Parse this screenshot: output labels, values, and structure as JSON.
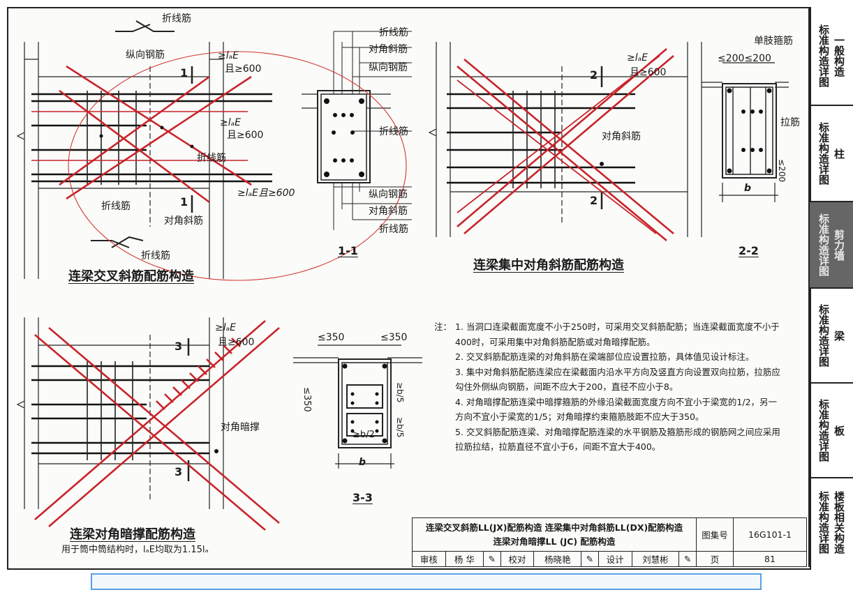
{
  "diagram1": {
    "title": "连梁交叉斜筋配筋构造",
    "labels": {
      "zhexian_top": "折线筋",
      "zongxiang": "纵向钢筋",
      "section_mark": "1",
      "anchor1": "≥lₐE",
      "anchor1b": "且≥600",
      "anchor2": "≥lₐE",
      "anchor2b": "且≥600",
      "zhexian_mid": "折线筋",
      "zhexian_left": "折线筋",
      "anchor3": "≥lₐE且≥600",
      "duijiao": "对角斜筋",
      "zhexian_bottom": "折线筋"
    }
  },
  "section1": {
    "title": "1-1",
    "labels": [
      "折线筋",
      "对角斜筋",
      "纵向钢筋",
      "折线筋",
      "纵向钢筋",
      "对角斜筋",
      "折线筋"
    ]
  },
  "diagram2": {
    "title": "连梁集中对角斜筋配筋构造",
    "labels": {
      "section_mark": "2",
      "anchor": "≥lₐE",
      "anchorb": "且≥600",
      "duijiao": "对角斜筋"
    }
  },
  "section2": {
    "title": "2-2",
    "labels": {
      "danzhi": "单肢箍筋",
      "spacing": "≤200≤200",
      "lajin": "拉筋",
      "side": "≤200",
      "b": "b"
    }
  },
  "diagram3": {
    "title": "连梁对角暗撑配筋构造",
    "subtitle": "用于筒中筒结构时，lₐE均取为1.15lₐ",
    "labels": {
      "section_mark": "3",
      "anchor": "≥lₐE",
      "anchorb": "且≥600",
      "duijiao": "对角暗撑"
    }
  },
  "section3": {
    "title": "3-3",
    "labels": {
      "top_left": "≤350",
      "top_right": "≤350",
      "left": "≤350",
      "right": "≥b/5",
      "right2": "≥b/5",
      "bottom": "≥b/2",
      "b": "b"
    }
  },
  "notes": {
    "prefix": "注：",
    "items": [
      "1. 当洞口连梁截面宽度不小于250时，可采用交叉斜筋配筋；当连梁截面宽度不小于400时，可采用集中对角斜筋配筋或对角暗撑配筋。",
      "2. 交叉斜筋配筋连梁的对角斜筋在梁端部位应设置拉筋，具体值见设计标注。",
      "3. 集中对角斜筋配筋连梁应在梁截面内沿水平方向及竖直方向设置双向拉筋，拉筋应勾住外侧纵向钢筋，间距不应大于200，直径不应小于8。",
      "4. 对角暗撑配筋连梁中暗撑箍筋的外缘沿梁截面宽度方向不宜小于梁宽的1/2，另一方向不宜小于梁宽的1/5；对角暗撑约束箍筋肢距不应大于350。",
      "5. 交叉斜筋配筋连梁、对角暗撑配筋连梁的水平钢筋及箍筋形成的钢筋网之间应采用拉筋拉结，拉筋直径不宜小于6，间距不宜大于400。"
    ]
  },
  "title_block": {
    "title_line1": "连梁交叉斜筋LL(JX)配筋构造  连梁集中对角斜筋LL(DX)配筋构造",
    "title_line2": "连梁对角暗撑LL (JC) 配筋构造",
    "atlas_label": "图集号",
    "atlas_no": "16G101-1",
    "review_label": "审核",
    "reviewer": "杨  华",
    "check_label": "校对",
    "checker": "杨晓艳",
    "design_label": "设计",
    "designer": "刘慧彬",
    "page_label": "页",
    "page_no": "81"
  },
  "side_tabs": [
    {
      "left": "标准构造详图",
      "right": "一般构造",
      "active": false
    },
    {
      "left": "标准构造详图",
      "right": "柱",
      "active": false
    },
    {
      "left": "标准构造详图",
      "right": "剪力墙",
      "active": true
    },
    {
      "left": "标准构造详图",
      "right": "梁",
      "active": false
    },
    {
      "left": "标准构造详图",
      "right": "板",
      "active": false
    },
    {
      "left": "标准构造详图",
      "right": "楼板相关构造",
      "active": false
    }
  ],
  "colors": {
    "rebar_red": "#c8232a",
    "ink": "#1a1a1a",
    "active_tab": "#666666",
    "highlight_box": "#5aa0e6"
  }
}
